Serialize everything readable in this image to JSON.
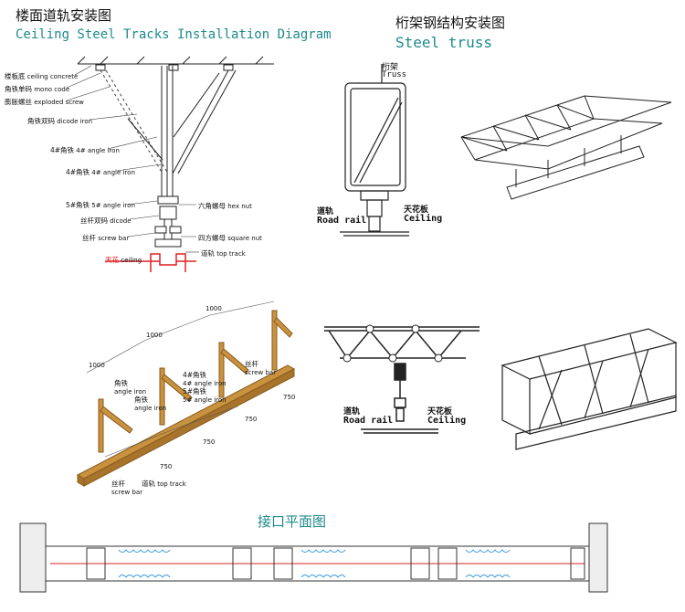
{
  "ceiling": {
    "title_cn": "楼面道轨安装图",
    "title_en": "Ceiling Steel Tracks Installation Diagram",
    "labels": [
      {
        "cn": "楼板底",
        "en": "ceiling concrete"
      },
      {
        "cn": "角铁单码",
        "en": "mono code"
      },
      {
        "cn": "膨胀螺丝",
        "en": "exploded screw"
      },
      {
        "cn": "角铁双码",
        "en": "dicode iron"
      },
      {
        "cn": "4#角铁",
        "en": "4# angle iron"
      },
      {
        "cn": "4#角铁",
        "en": "4# angle iron"
      },
      {
        "cn": "5#角铁",
        "en": "5# angle iron"
      },
      {
        "cn": "丝杆双码",
        "en": "dicode"
      },
      {
        "cn": "丝杆",
        "en": "screw bar"
      },
      {
        "cn": "天花",
        "en": "ceiling"
      }
    ],
    "right_labels": [
      {
        "cn": "六角螺母",
        "en": "hex nut"
      },
      {
        "cn": "四方螺母",
        "en": "square nut"
      },
      {
        "cn": "道轨",
        "en": "top track"
      }
    ]
  },
  "truss": {
    "title_cn": "桁架钢结构安装图",
    "title_en": "Steel truss",
    "top_label_cn": "桁架",
    "top_label_en": "Truss",
    "road_cn": "道轨",
    "road_en": "Road rail",
    "ceiling_cn": "天花板",
    "ceiling_en": "Ceiling",
    "road2_cn": "道轨",
    "road2_en": "Road rail",
    "ceiling2_cn": "天花板",
    "ceiling2_en": "Ceiling"
  },
  "iso": {
    "dims": {
      "d1000a": "1000",
      "d1000b": "1000",
      "d1000c": "1000",
      "d750a": "750",
      "d750b": "750",
      "d750c": "750",
      "d750d": "750"
    },
    "labels": {
      "angle1_cn": "角铁",
      "angle1_en": "angle iron",
      "angle2_cn": "角铁",
      "angle2_en": "angle iron",
      "a4_cn": "4#角铁",
      "a4_en": "4# angle iron",
      "a5_cn": "5#角铁",
      "a5_en": "5# angle iron",
      "screw_cn": "丝杆",
      "screw_en": "screw bar",
      "screw2_cn": "丝杆",
      "screw2_en": "screw bar",
      "track_cn": "道轨",
      "track_en": "top track"
    }
  },
  "joint": {
    "title_cn": "接口平面图"
  },
  "colors": {
    "wood": "#c8923e",
    "wood_dark": "#8a5a1c",
    "teal": "#1e8a8a",
    "red": "#d22"
  }
}
